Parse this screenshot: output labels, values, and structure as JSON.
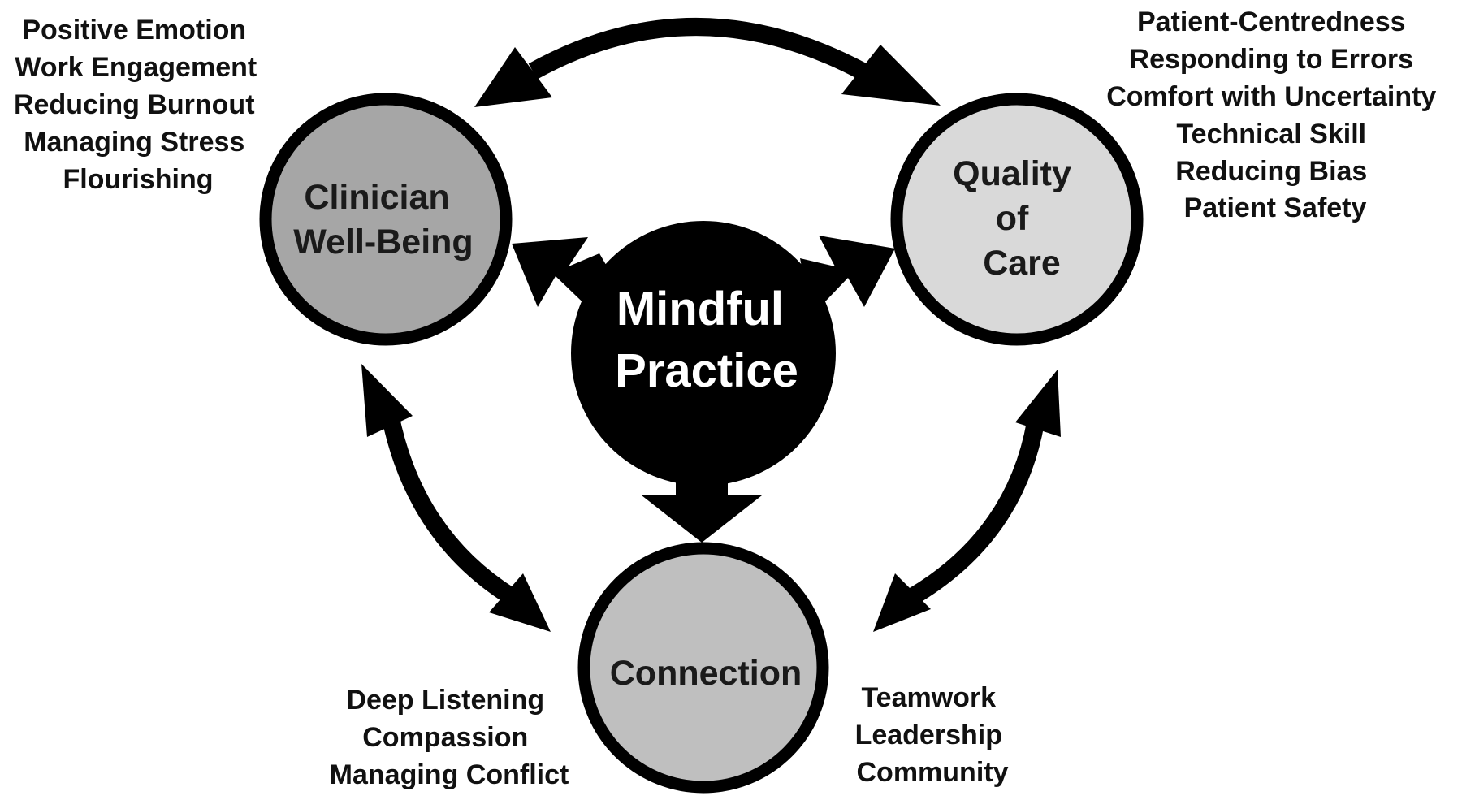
{
  "center": {
    "lines": [
      "Mindful",
      "Practice"
    ]
  },
  "nodes": {
    "wellbeing": {
      "lines": [
        "Clinician",
        "Well-Being"
      ],
      "fill": "#a6a6a6"
    },
    "quality": {
      "lines": [
        "Quality",
        "of",
        "Care"
      ],
      "fill": "#d9d9d9"
    },
    "connection": {
      "lines": [
        "Connection"
      ],
      "fill": "#bfbfbf"
    }
  },
  "lists": {
    "wellbeing": [
      "Positive Emotion",
      "Work Engagement",
      "Reducing Burnout",
      "Managing Stress",
      "Flourishing"
    ],
    "quality": [
      "Patient-Centredness",
      "Responding to Errors",
      "Comfort with Uncertainty",
      "Technical Skill",
      "Reducing Bias",
      "Patient Safety"
    ],
    "connection_left": [
      "Deep Listening",
      "Compassion",
      "Managing Conflict"
    ],
    "connection_right": [
      "Teamwork",
      "Leadership",
      "Community"
    ]
  },
  "colors": {
    "outline": "#000000",
    "center_fill": "#000000",
    "arrow": "#000000"
  }
}
